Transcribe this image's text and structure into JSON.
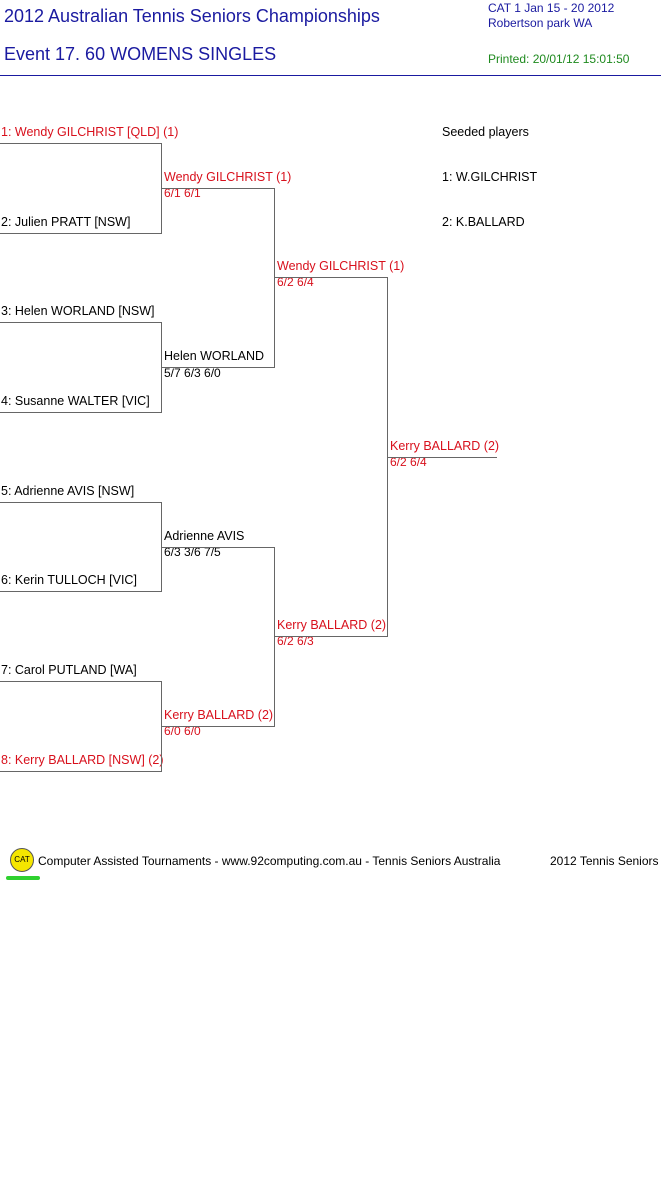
{
  "header": {
    "title": "2012 Australian Tennis Seniors Championships",
    "event": "Event 17. 60 WOMENS SINGLES",
    "cat_line": "CAT 1   Jan 15 - 20 2012",
    "venue": "Robertson park   WA",
    "printed": "Printed: 20/01/12 15:01:50"
  },
  "round1": [
    {
      "label": "1: Wendy GILCHRIST [QLD] (1)"
    },
    {
      "label": "2: Julien PRATT [NSW]"
    },
    {
      "label": "3: Helen WORLAND [NSW]"
    },
    {
      "label": "4: Susanne WALTER [VIC]"
    },
    {
      "label": "5: Adrienne AVIS [NSW]"
    },
    {
      "label": "6: Kerin TULLOCH [VIC]"
    },
    {
      "label": "7: Carol PUTLAND [WA]"
    },
    {
      "label": "8: Kerry BALLARD [NSW] (2)"
    }
  ],
  "round2": [
    {
      "name": "Wendy GILCHRIST (1)",
      "score": "6/1 6/1"
    },
    {
      "name": "Helen WORLAND",
      "score": "5/7 6/3 6/0"
    },
    {
      "name": "Adrienne AVIS",
      "score": "6/3 3/6 7/5"
    },
    {
      "name": "Kerry BALLARD (2)",
      "score": "6/0 6/0"
    }
  ],
  "semis": [
    {
      "name": "Wendy GILCHRIST (1)",
      "score": "6/2 6/4"
    },
    {
      "name": "Kerry BALLARD (2)",
      "score": "6/2 6/3"
    }
  ],
  "final": {
    "name": "Kerry BALLARD (2)",
    "score": "6/2 6/4"
  },
  "seeds": {
    "title": "Seeded players",
    "items": [
      "1: W.GILCHRIST",
      "2: K.BALLARD"
    ]
  },
  "footer": {
    "logo_text": "CAT",
    "text": "Computer Assisted Tournaments - www.92computing.com.au -  Tennis Seniors Australia",
    "right": "2012 Tennis Seniors"
  },
  "colors": {
    "seeded_red": "#d8101c",
    "title_blue": "#1a1aa0",
    "printed_green": "#1f8a1f"
  }
}
